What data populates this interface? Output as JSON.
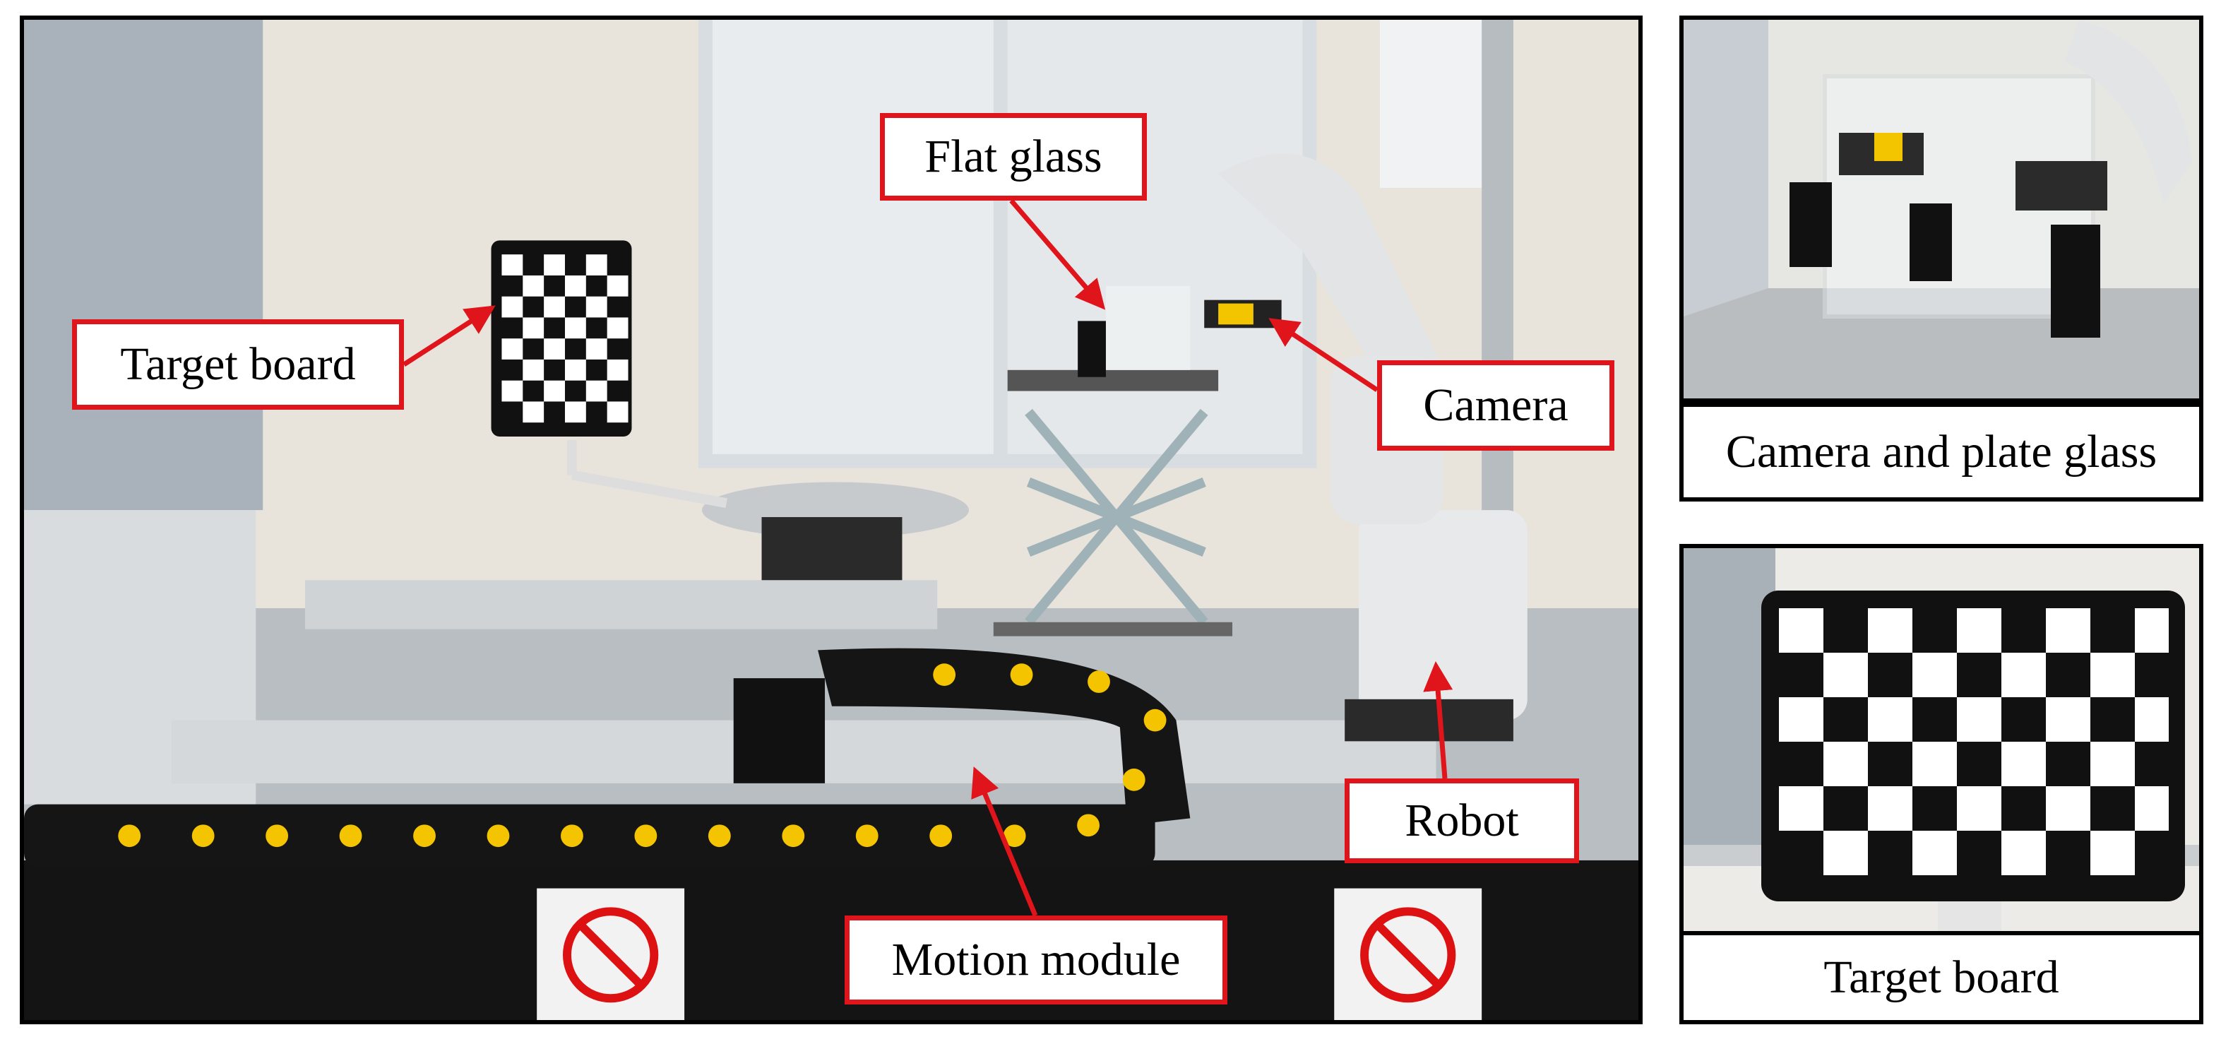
{
  "figure": {
    "main_labels": {
      "target_board": "Target board",
      "flat_glass": "Flat glass",
      "camera": "Camera",
      "robot": "Robot",
      "motion_module": "Motion module"
    },
    "panel_captions": {
      "top_right": "Camera and plate glass",
      "bottom_right": "Target board"
    }
  },
  "colors": {
    "callout_border": "#e0141b",
    "arrow": "#e0141b",
    "panel_border": "#000000",
    "chain_dot": "#f5c400"
  }
}
